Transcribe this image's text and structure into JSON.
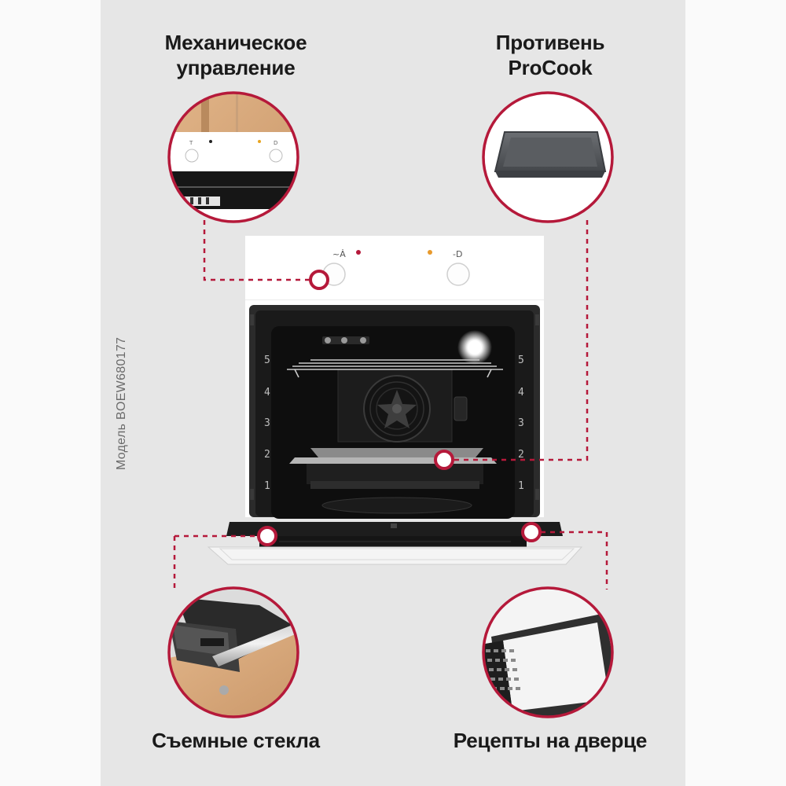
{
  "captions": {
    "top_left": [
      "Механическое",
      "управление"
    ],
    "top_right": [
      "Противень",
      "ProCook"
    ],
    "bottom_left": "Съемные стекла",
    "bottom_right": "Рецепты на дверце"
  },
  "model_label": "Модель BOEW680177",
  "oven": {
    "rack_levels": [
      "5",
      "4",
      "3",
      "2",
      "1"
    ]
  },
  "colors": {
    "accent": "#b5193a",
    "panel_bg": "#e6e6e6",
    "oven_body": "#ffffff",
    "cavity": "#0e0e0e"
  },
  "icons": [
    "mode-knob-icon",
    "temperature-knob-icon",
    "power-indicator-icon",
    "heat-indicator-icon",
    "fan-icon",
    "oven-lamp-icon"
  ]
}
